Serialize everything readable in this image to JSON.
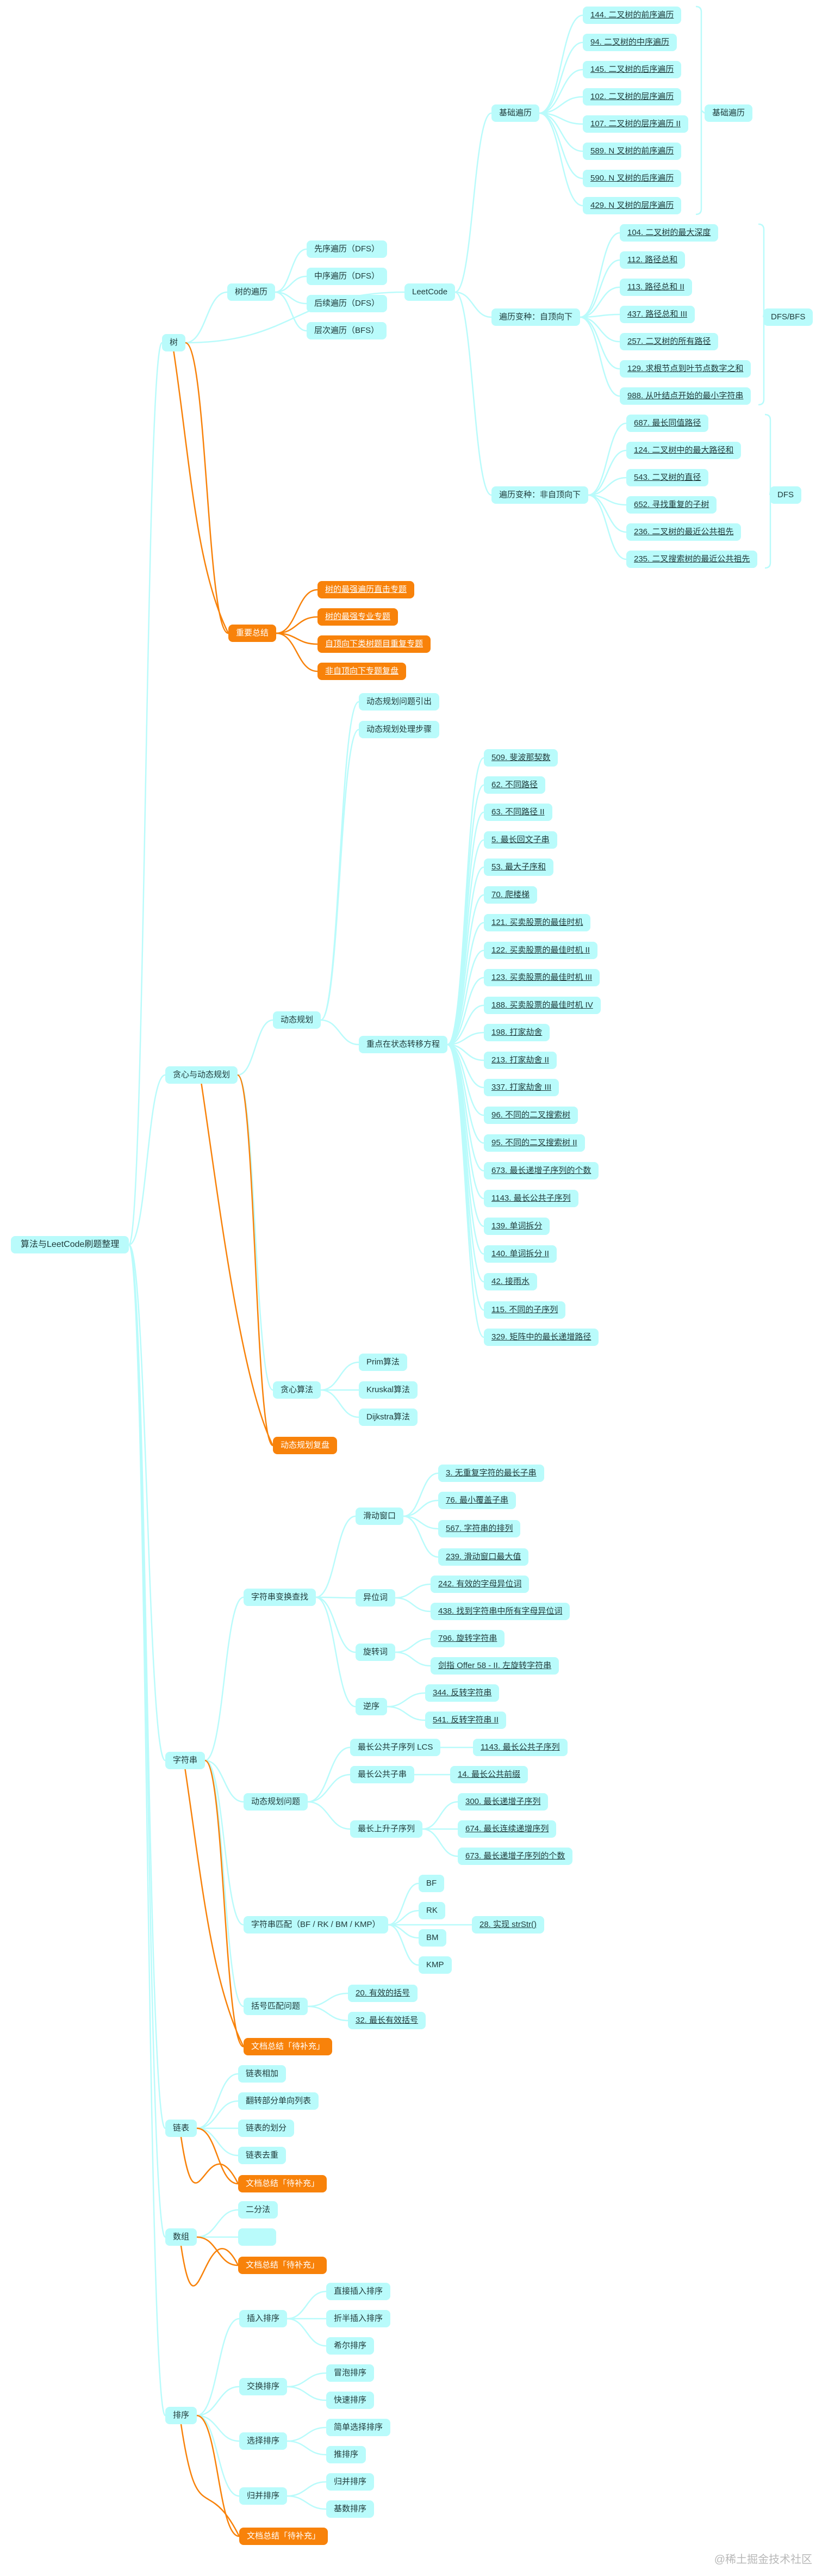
{
  "root": {
    "id": "root",
    "label": "算法与LeetCode刷题整理",
    "style": "root",
    "children": [
      {
        "id": "tree",
        "label": "树",
        "children": [
          {
            "id": "treetrav",
            "label": "树的遍历",
            "children": [
              {
                "id": "pre",
                "label": "先序遍历（DFS）"
              },
              {
                "id": "in",
                "label": "中序遍历（DFS）"
              },
              {
                "id": "post",
                "label": "后续遍历（DFS）"
              },
              {
                "id": "level",
                "label": "层次遍历（BFS）"
              }
            ]
          },
          {
            "id": "lc",
            "label": "LeetCode",
            "children": [
              {
                "id": "basic",
                "label": "基础遍历",
                "children": [
                  {
                    "id": "b1",
                    "label": "144. 二叉树的前序遍历",
                    "link": true
                  },
                  {
                    "id": "b2",
                    "label": "94. 二叉树的中序遍历",
                    "link": true
                  },
                  {
                    "id": "b3",
                    "label": "145. 二叉树的后序遍历",
                    "link": true
                  },
                  {
                    "id": "b4",
                    "label": "102. 二叉树的层序遍历",
                    "link": true
                  },
                  {
                    "id": "b5",
                    "label": "107. 二叉树的层序遍历 II",
                    "link": true
                  },
                  {
                    "id": "b6",
                    "label": "589. N 叉树的前序遍历",
                    "link": true
                  },
                  {
                    "id": "b7",
                    "label": "590. N 叉树的后序遍历",
                    "link": true
                  },
                  {
                    "id": "b8",
                    "label": "429. N 叉树的层序遍历",
                    "link": true
                  }
                ]
              },
              {
                "id": "topdown",
                "label": "遍历变种：自顶向下",
                "children": [
                  {
                    "id": "t1",
                    "label": "104. 二叉树的最大深度",
                    "link": true
                  },
                  {
                    "id": "t2",
                    "label": "112. 路径总和",
                    "link": true
                  },
                  {
                    "id": "t3",
                    "label": "113. 路径总和 II",
                    "link": true
                  },
                  {
                    "id": "t4",
                    "label": "437. 路径总和 III",
                    "link": true
                  },
                  {
                    "id": "t5",
                    "label": "257. 二叉树的所有路径",
                    "link": true
                  },
                  {
                    "id": "t6",
                    "label": "129. 求根节点到叶节点数字之和",
                    "link": true
                  },
                  {
                    "id": "t7",
                    "label": "988. 从叶结点开始的最小字符串",
                    "link": true
                  }
                ]
              },
              {
                "id": "nontop",
                "label": "遍历变种：非自顶向下",
                "children": [
                  {
                    "id": "n1",
                    "label": "687. 最长同值路径",
                    "link": true
                  },
                  {
                    "id": "n2",
                    "label": "124. 二叉树中的最大路径和",
                    "link": true
                  },
                  {
                    "id": "n3",
                    "label": "543. 二叉树的直径",
                    "link": true
                  },
                  {
                    "id": "n4",
                    "label": "652. 寻找重复的子树",
                    "link": true
                  },
                  {
                    "id": "n5",
                    "label": "236. 二叉树的最近公共祖先",
                    "link": true
                  },
                  {
                    "id": "n6",
                    "label": "235. 二叉搜索树的最近公共祖先",
                    "link": true
                  }
                ]
              }
            ]
          },
          {
            "id": "treesum",
            "label": "重要总结",
            "style": "orange",
            "children": [
              {
                "id": "ts1",
                "label": "树的最强遍历直击专题",
                "style": "orange",
                "link": true
              },
              {
                "id": "ts2",
                "label": "树的最强专业专题",
                "style": "orange",
                "link": true
              },
              {
                "id": "ts3",
                "label": "自顶向下类树题目重复专题",
                "style": "orange",
                "link": true
              },
              {
                "id": "ts4",
                "label": "非自顶向下专题复盘",
                "style": "orange",
                "link": true
              }
            ]
          }
        ]
      },
      {
        "id": "greedydp",
        "label": "贪心与动态规划",
        "children": [
          {
            "id": "dp",
            "label": "动态规划",
            "children": [
              {
                "id": "dp1",
                "label": "动态规划问题引出"
              },
              {
                "id": "dp2",
                "label": "动态规划处理步骤"
              },
              {
                "id": "dpkey",
                "label": "重点在状态转移方程",
                "children": [
                  {
                    "id": "d1",
                    "label": "509. 斐波那契数",
                    "link": true
                  },
                  {
                    "id": "d2",
                    "label": "62. 不同路径",
                    "link": true
                  },
                  {
                    "id": "d3",
                    "label": "63. 不同路径 II",
                    "link": true
                  },
                  {
                    "id": "d4",
                    "label": "5. 最长回文子串",
                    "link": true
                  },
                  {
                    "id": "d5",
                    "label": "53. 最大子序和",
                    "link": true
                  },
                  {
                    "id": "d6",
                    "label": "70. 爬楼梯",
                    "link": true
                  },
                  {
                    "id": "d7",
                    "label": "121. 买卖股票的最佳时机",
                    "link": true
                  },
                  {
                    "id": "d8",
                    "label": "122. 买卖股票的最佳时机 II",
                    "link": true
                  },
                  {
                    "id": "d9",
                    "label": "123. 买卖股票的最佳时机 III",
                    "link": true
                  },
                  {
                    "id": "d10",
                    "label": "188. 买卖股票的最佳时机 IV",
                    "link": true
                  },
                  {
                    "id": "d11",
                    "label": "198. 打家劫舍",
                    "link": true
                  },
                  {
                    "id": "d12",
                    "label": "213. 打家劫舍 II",
                    "link": true
                  },
                  {
                    "id": "d13",
                    "label": "337. 打家劫舍 III",
                    "link": true
                  },
                  {
                    "id": "d14",
                    "label": "96. 不同的二叉搜索树",
                    "link": true
                  },
                  {
                    "id": "d15",
                    "label": "95. 不同的二叉搜索树 II",
                    "link": true
                  },
                  {
                    "id": "d16",
                    "label": "673. 最长递增子序列的个数",
                    "link": true
                  },
                  {
                    "id": "d17",
                    "label": "1143. 最长公共子序列",
                    "link": true
                  },
                  {
                    "id": "d18",
                    "label": "139. 单词拆分",
                    "link": true
                  },
                  {
                    "id": "d19",
                    "label": "140. 单词拆分 II",
                    "link": true
                  },
                  {
                    "id": "d20",
                    "label": "42. 接雨水",
                    "link": true
                  },
                  {
                    "id": "d21",
                    "label": "115. 不同的子序列",
                    "link": true
                  },
                  {
                    "id": "d22",
                    "label": "329. 矩阵中的最长递增路径",
                    "link": true
                  }
                ]
              }
            ]
          },
          {
            "id": "greedy",
            "label": "贪心算法",
            "children": [
              {
                "id": "g1",
                "label": "Prim算法"
              },
              {
                "id": "g2",
                "label": "Kruskal算法"
              },
              {
                "id": "g3",
                "label": "Dijkstra算法"
              }
            ]
          },
          {
            "id": "dpsum",
            "label": "动态规划复盘",
            "style": "orange"
          }
        ]
      },
      {
        "id": "string",
        "label": "字符串",
        "children": [
          {
            "id": "strtrans",
            "label": "字符串变换查找",
            "children": [
              {
                "id": "sw",
                "label": "滑动窗口",
                "children": [
                  {
                    "id": "sw1",
                    "label": "3. 无重复字符的最长子串",
                    "link": true
                  },
                  {
                    "id": "sw2",
                    "label": "76. 最小覆盖子串",
                    "link": true
                  },
                  {
                    "id": "sw3",
                    "label": "567. 字符串的排列",
                    "link": true
                  },
                  {
                    "id": "sw4",
                    "label": "239. 滑动窗口最大值",
                    "link": true
                  }
                ]
              },
              {
                "id": "ana",
                "label": "异位词",
                "children": [
                  {
                    "id": "an1",
                    "label": "242. 有效的字母异位词",
                    "link": true
                  },
                  {
                    "id": "an2",
                    "label": "438. 找到字符串中所有字母异位词",
                    "link": true
                  }
                ]
              },
              {
                "id": "rot",
                "label": "旋转词",
                "children": [
                  {
                    "id": "ro1",
                    "label": "796. 旋转字符串",
                    "link": true
                  },
                  {
                    "id": "ro2",
                    "label": "剑指 Offer 58 - II. 左旋转字符串",
                    "link": true
                  }
                ]
              },
              {
                "id": "rev",
                "label": "逆序",
                "children": [
                  {
                    "id": "re1",
                    "label": "344. 反转字符串",
                    "link": true
                  },
                  {
                    "id": "re2",
                    "label": "541. 反转字符串 II",
                    "link": true
                  }
                ]
              }
            ]
          },
          {
            "id": "strdp",
            "label": "动态规划问题",
            "children": [
              {
                "id": "lcs",
                "label": "最长公共子序列 LCS",
                "children": [
                  {
                    "id": "lcs1",
                    "label": "1143. 最长公共子序列",
                    "link": true
                  }
                ]
              },
              {
                "id": "lcp",
                "label": "最长公共子串",
                "children": [
                  {
                    "id": "lcp1",
                    "label": "14. 最长公共前缀",
                    "link": true
                  }
                ]
              },
              {
                "id": "lis",
                "label": "最长上升子序列",
                "children": [
                  {
                    "id": "lis1",
                    "label": "300. 最长递增子序列",
                    "link": true
                  },
                  {
                    "id": "lis2",
                    "label": "674. 最长连续递增序列",
                    "link": true
                  },
                  {
                    "id": "lis3",
                    "label": "673. 最长递增子序列的个数",
                    "link": true
                  }
                ]
              }
            ]
          },
          {
            "id": "strmatch",
            "label": "字符串匹配（BF / RK / BM / KMP）",
            "children": [
              {
                "id": "m1",
                "label": "BF"
              },
              {
                "id": "m2",
                "label": "RK"
              },
              {
                "id": "m3",
                "label": "BM"
              },
              {
                "id": "m4",
                "label": "KMP"
              }
            ]
          },
          {
            "id": "paren",
            "label": "括号匹配问题",
            "children": [
              {
                "id": "p1",
                "label": "20. 有效的括号",
                "link": true
              },
              {
                "id": "p2",
                "label": "32. 最长有效括号",
                "link": true
              }
            ]
          },
          {
            "id": "strsum",
            "label": "文档总结「待补充」",
            "style": "orange"
          }
        ]
      },
      {
        "id": "list",
        "label": "链表",
        "children": [
          {
            "id": "l1",
            "label": "链表相加"
          },
          {
            "id": "l2",
            "label": "翻转部分单向列表"
          },
          {
            "id": "l3",
            "label": "链表的划分"
          },
          {
            "id": "l4",
            "label": "链表去重"
          },
          {
            "id": "lsum",
            "label": "文档总结「待补充」",
            "style": "orange"
          }
        ]
      },
      {
        "id": "array",
        "label": "数组",
        "children": [
          {
            "id": "a1",
            "label": "二分法"
          },
          {
            "id": "a2",
            "label": "",
            "style": "empty"
          },
          {
            "id": "asum",
            "label": "文档总结「待补充」",
            "style": "orange"
          }
        ]
      },
      {
        "id": "sort",
        "label": "排序",
        "children": [
          {
            "id": "ins",
            "label": "插入排序",
            "children": [
              {
                "id": "ins1",
                "label": "直接插入排序"
              },
              {
                "id": "ins2",
                "label": "折半插入排序"
              },
              {
                "id": "ins3",
                "label": "希尔排序"
              }
            ]
          },
          {
            "id": "swp",
            "label": "交换排序",
            "children": [
              {
                "id": "swp1",
                "label": "冒泡排序"
              },
              {
                "id": "swp2",
                "label": "快速排序"
              }
            ]
          },
          {
            "id": "sel",
            "label": "选择排序",
            "children": [
              {
                "id": "sel1",
                "label": "简单选择排序"
              },
              {
                "id": "sel2",
                "label": "推排序"
              }
            ]
          },
          {
            "id": "mrg",
            "label": "归并排序",
            "children": [
              {
                "id": "mrg1",
                "label": "归并排序"
              },
              {
                "id": "mrg2",
                "label": "基数排序"
              }
            ]
          },
          {
            "id": "ssum",
            "label": "文档总结「待补充」",
            "style": "orange"
          }
        ]
      }
    ]
  },
  "extra_edges": [
    {
      "from": "strmatch",
      "to": "kmp28"
    }
  ],
  "extra_nodes": [
    {
      "id": "kmp28",
      "label": "28. 实现 strStr()",
      "link": true
    }
  ],
  "brackets": [
    {
      "group": "basic",
      "label": "基础遍历"
    },
    {
      "group": "topdown",
      "label": "DFS/BFS"
    },
    {
      "group": "nontop",
      "label": "DFS"
    }
  ],
  "colors": {
    "node": "#b9fbfb",
    "accent": "#f8820a",
    "edge": "#b9fbfb",
    "text": "#1f3a3a"
  },
  "watermark": "@稀土掘金技术社区"
}
